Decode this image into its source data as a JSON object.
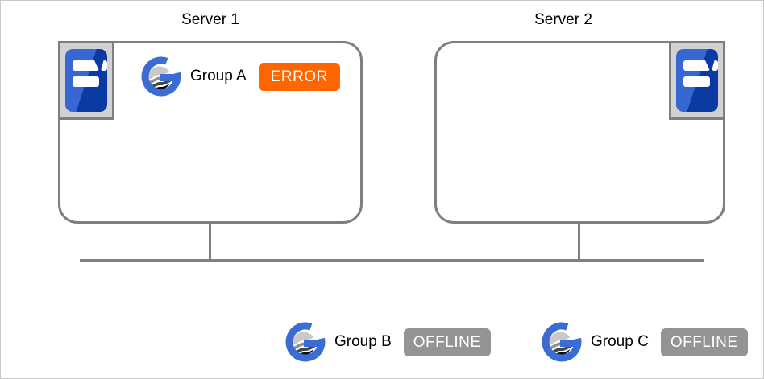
{
  "servers": [
    {
      "title": "Server 1",
      "groups": [
        {
          "name": "Group A",
          "status": "ERROR"
        }
      ]
    },
    {
      "title": "Server 2",
      "groups": []
    }
  ],
  "standalone_groups": [
    {
      "name": "Group B",
      "status": "OFFLINE"
    },
    {
      "name": "Group C",
      "status": "OFFLINE"
    }
  ],
  "colors": {
    "error_badge": "#FF6600",
    "offline_badge": "#949494",
    "badge_text": "#FFFFFF",
    "connector_line": "#7F7F7F",
    "server_box_border": "#7F7F7F",
    "group_icon_blue": "#3B6CD4",
    "server_icon_blue_light": "#3767D3",
    "server_icon_blue_dark": "#0B3AA2"
  },
  "icons": {
    "server": "rack-server-icon",
    "group": "group-globe-icon"
  }
}
